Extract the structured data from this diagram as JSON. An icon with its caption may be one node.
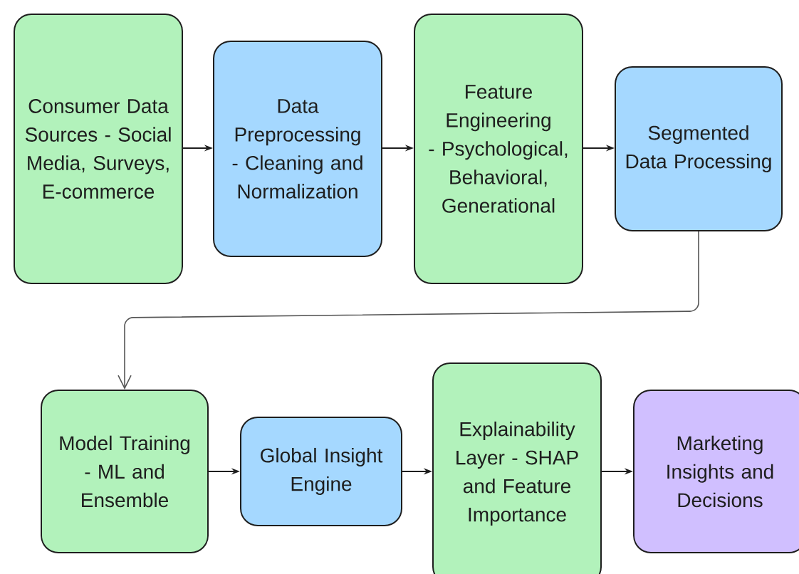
{
  "diagram": {
    "nodes": [
      {
        "text": [
          "Consumer Data Sources - Social Media, Surveys, E-commerce"
        ]
      },
      {
        "text": [
          "Data Preprocessing - Cleaning and Normalization"
        ]
      },
      {
        "text": [
          "Feature Engineering - Psychological, Behavioral, Generational"
        ]
      },
      {
        "text": [
          "Segmented Data Processing"
        ]
      },
      {
        "text": [
          "Model Training - ML and Ensemble"
        ]
      },
      {
        "text": [
          "Global Insight Engine"
        ]
      },
      {
        "text": [
          "Explainability Layer - SHAP and Feature Importance"
        ]
      },
      {
        "text": [
          "Marketing Insights and Decisions"
        ]
      }
    ],
    "edges": [
      {
        "from": 0,
        "to": 1,
        "arrow": "to"
      },
      {
        "from": 1,
        "to": 2,
        "arrow": "to"
      },
      {
        "from": 2,
        "to": 3,
        "arrow": "to"
      },
      {
        "from": 3,
        "to": 4,
        "arrow": "to",
        "color": "#555555"
      },
      {
        "from": 4,
        "to": 5,
        "arrow": "to"
      },
      {
        "from": 5,
        "to": 6,
        "arrow": "to"
      },
      {
        "from": 6,
        "to": 7,
        "arrow": "to"
      }
    ]
  }
}
